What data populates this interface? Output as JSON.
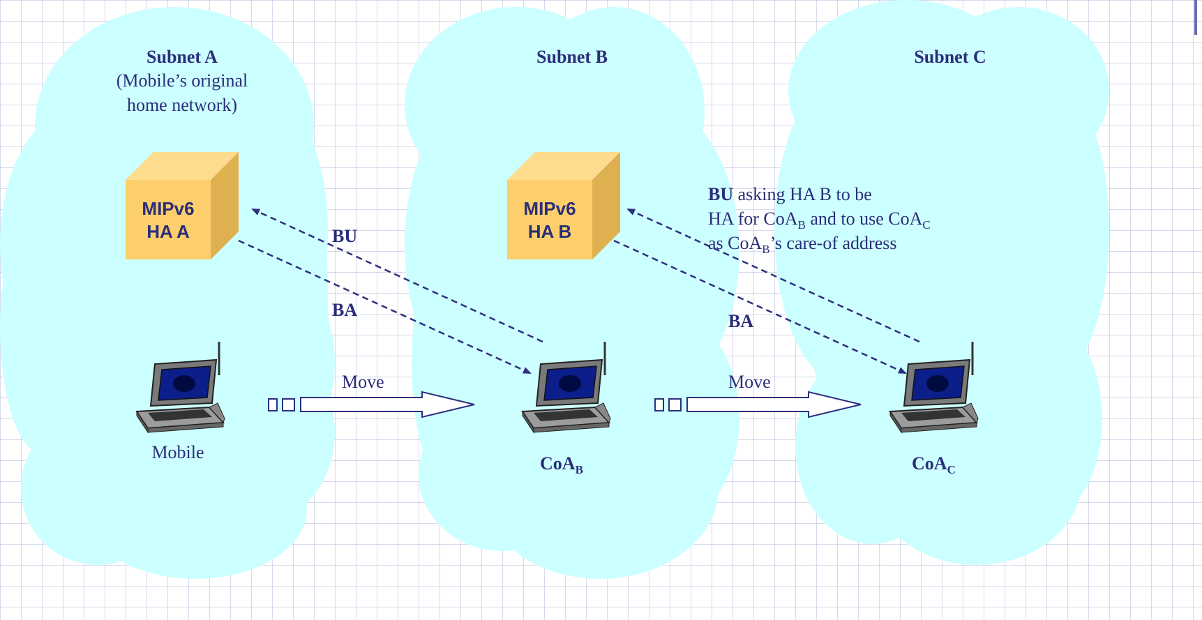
{
  "subnets": {
    "a": {
      "title": "Subnet A",
      "desc_line1": "(Mobile’s original",
      "desc_line2": "home network)"
    },
    "b": {
      "title": "Subnet B"
    },
    "c": {
      "title": "Subnet C"
    }
  },
  "home_agents": {
    "a": {
      "line1": "MIPv6",
      "line2": "HA A"
    },
    "b": {
      "line1": "MIPv6",
      "line2": "HA B"
    }
  },
  "messages": {
    "bu_a": "BU",
    "ba_a": "BA",
    "ba_b": "BA",
    "bu_b": {
      "bold": "BU",
      "line1_rest": " asking HA B to be",
      "line2_pre": "HA for CoA",
      "line2_sub1": "B",
      "line2_mid": " and to use CoA",
      "line2_sub2": "C",
      "line3_pre": "as CoA",
      "line3_sub": "B",
      "line3_post": "’s care-of address"
    }
  },
  "moves": {
    "first": "Move",
    "second": "Move"
  },
  "nodes": {
    "mobile": "Mobile",
    "coa_b": {
      "main": "CoA",
      "sub": "B"
    },
    "coa_c": {
      "main": "CoA",
      "sub": "C"
    }
  },
  "colors": {
    "cloud": "#ccffff",
    "box_front": "#fdcf6c",
    "box_top": "#fedc8e",
    "box_side": "#dfb050",
    "text": "#2b2d7a",
    "arrow": "#2e2f7e"
  },
  "icons": [
    "laptop-icon",
    "cloud-shape",
    "cube-shape",
    "block-arrow"
  ]
}
